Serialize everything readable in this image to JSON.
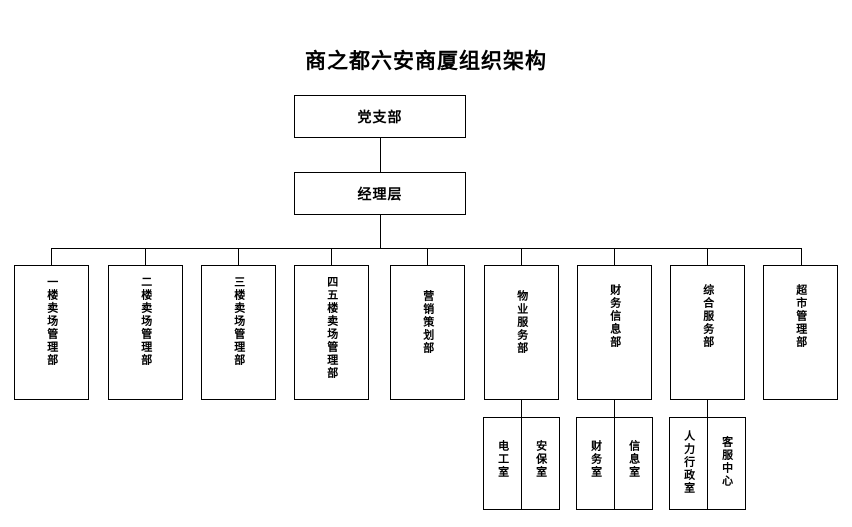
{
  "chart_data": {
    "type": "diagram",
    "diagram_kind": "organizational-chart",
    "title": "商之都六安商厦组织架构",
    "orientation": "top-down",
    "background_color": "#ffffff",
    "line_color": "#000000",
    "box_fill": "#ffffff",
    "levels": [
      {
        "level": 1,
        "nodes": [
          "党支部"
        ]
      },
      {
        "level": 2,
        "nodes": [
          "经理层"
        ]
      },
      {
        "level": 3,
        "nodes": [
          "一楼卖场管理部",
          "二楼卖场管理部",
          "三楼卖场管理部",
          "四五楼卖场管理部",
          "营销策划部",
          "物业服务部",
          "财务信息部",
          "综合服务部",
          "超市管理部"
        ]
      },
      {
        "level": 4,
        "nodes": [
          "电工室",
          "安保室",
          "财务室",
          "信息室",
          "人力行政室",
          "客服中心"
        ]
      }
    ],
    "edges": [
      {
        "from": "党支部",
        "to": "经理层"
      },
      {
        "from": "经理层",
        "to": "一楼卖场管理部"
      },
      {
        "from": "经理层",
        "to": "二楼卖场管理部"
      },
      {
        "from": "经理层",
        "to": "三楼卖场管理部"
      },
      {
        "from": "经理层",
        "to": "四五楼卖场管理部"
      },
      {
        "from": "经理层",
        "to": "营销策划部"
      },
      {
        "from": "经理层",
        "to": "物业服务部"
      },
      {
        "from": "经理层",
        "to": "财务信息部"
      },
      {
        "from": "经理层",
        "to": "综合服务部"
      },
      {
        "from": "经理层",
        "to": "超市管理部"
      },
      {
        "from": "物业服务部",
        "to": "电工室"
      },
      {
        "from": "物业服务部",
        "to": "安保室"
      },
      {
        "from": "财务信息部",
        "to": "财务室"
      },
      {
        "from": "财务信息部",
        "to": "信息室"
      },
      {
        "from": "综合服务部",
        "to": "人力行政室"
      },
      {
        "from": "综合服务部",
        "to": "客服中心"
      }
    ]
  },
  "title": "商之都六安商厦组织架构",
  "top": {
    "party_branch": "党支部",
    "management": "经理层"
  },
  "departments": [
    {
      "label": "一楼卖场管理部"
    },
    {
      "label": "二楼卖场管理部"
    },
    {
      "label": "三楼卖场管理部"
    },
    {
      "label": "四五楼卖场管理部"
    },
    {
      "label": "营销策划部"
    },
    {
      "label": "物业服务部"
    },
    {
      "label": "财务信息部"
    },
    {
      "label": "综合服务部"
    },
    {
      "label": "超市管理部"
    }
  ],
  "subunits": [
    {
      "label": "电工室"
    },
    {
      "label": "安保室"
    },
    {
      "label": "财务室"
    },
    {
      "label": "信息室"
    },
    {
      "label": "人力行政室"
    },
    {
      "label": "客服中心"
    }
  ]
}
